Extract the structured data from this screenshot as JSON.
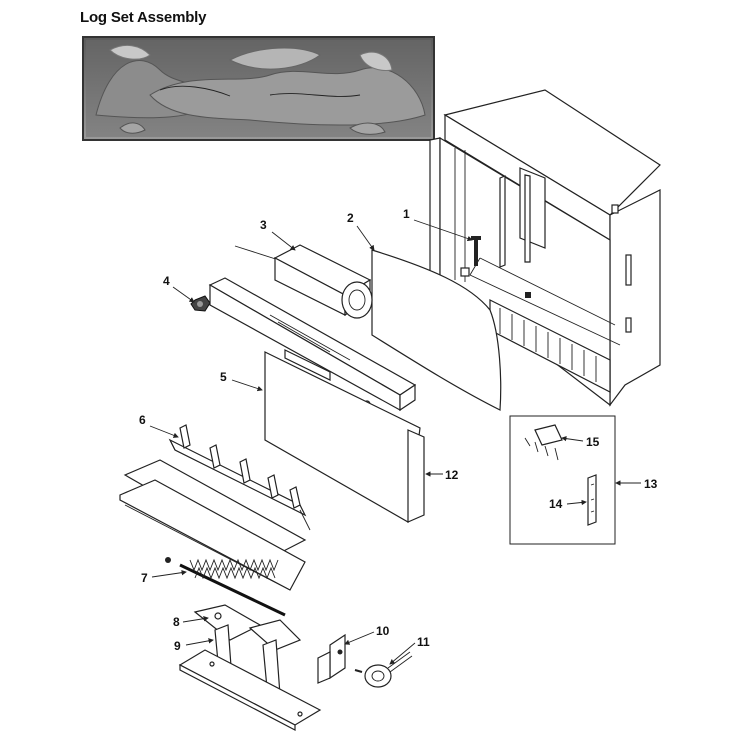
{
  "title": "Log Set Assembly",
  "callouts": [
    {
      "id": "1",
      "label": "1"
    },
    {
      "id": "2",
      "label": "2"
    },
    {
      "id": "3",
      "label": "3"
    },
    {
      "id": "4",
      "label": "4"
    },
    {
      "id": "5",
      "label": "5"
    },
    {
      "id": "6",
      "label": "6"
    },
    {
      "id": "7",
      "label": "7"
    },
    {
      "id": "8",
      "label": "8"
    },
    {
      "id": "9",
      "label": "9"
    },
    {
      "id": "10",
      "label": "10"
    },
    {
      "id": "11",
      "label": "11"
    },
    {
      "id": "12",
      "label": "12"
    },
    {
      "id": "13",
      "label": "13"
    },
    {
      "id": "14",
      "label": "14"
    },
    {
      "id": "15",
      "label": "15"
    }
  ]
}
